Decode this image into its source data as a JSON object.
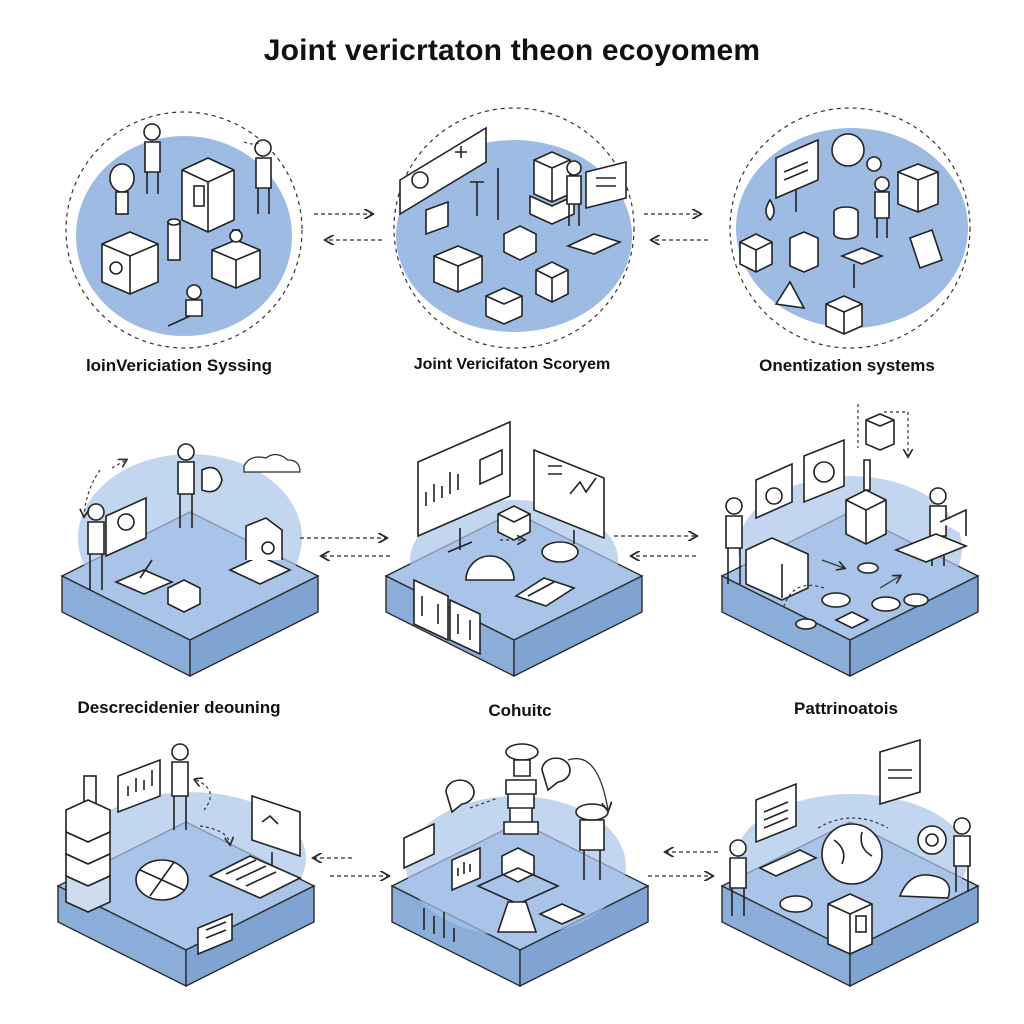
{
  "title": "Joint vericrtaton theon ecoyomem",
  "labels": [
    "loinVericiation Syssing",
    "Joint Vericifaton Scoryem",
    "Onentization systems",
    "Descrecidenier deouning",
    "Cohuitc",
    "Pattrinoatois"
  ],
  "colors": {
    "accent": "#9dbbe3",
    "platform_top": "#a9c4e8",
    "platform_side": "#7fa3d3",
    "line": "#2b2b2b"
  }
}
